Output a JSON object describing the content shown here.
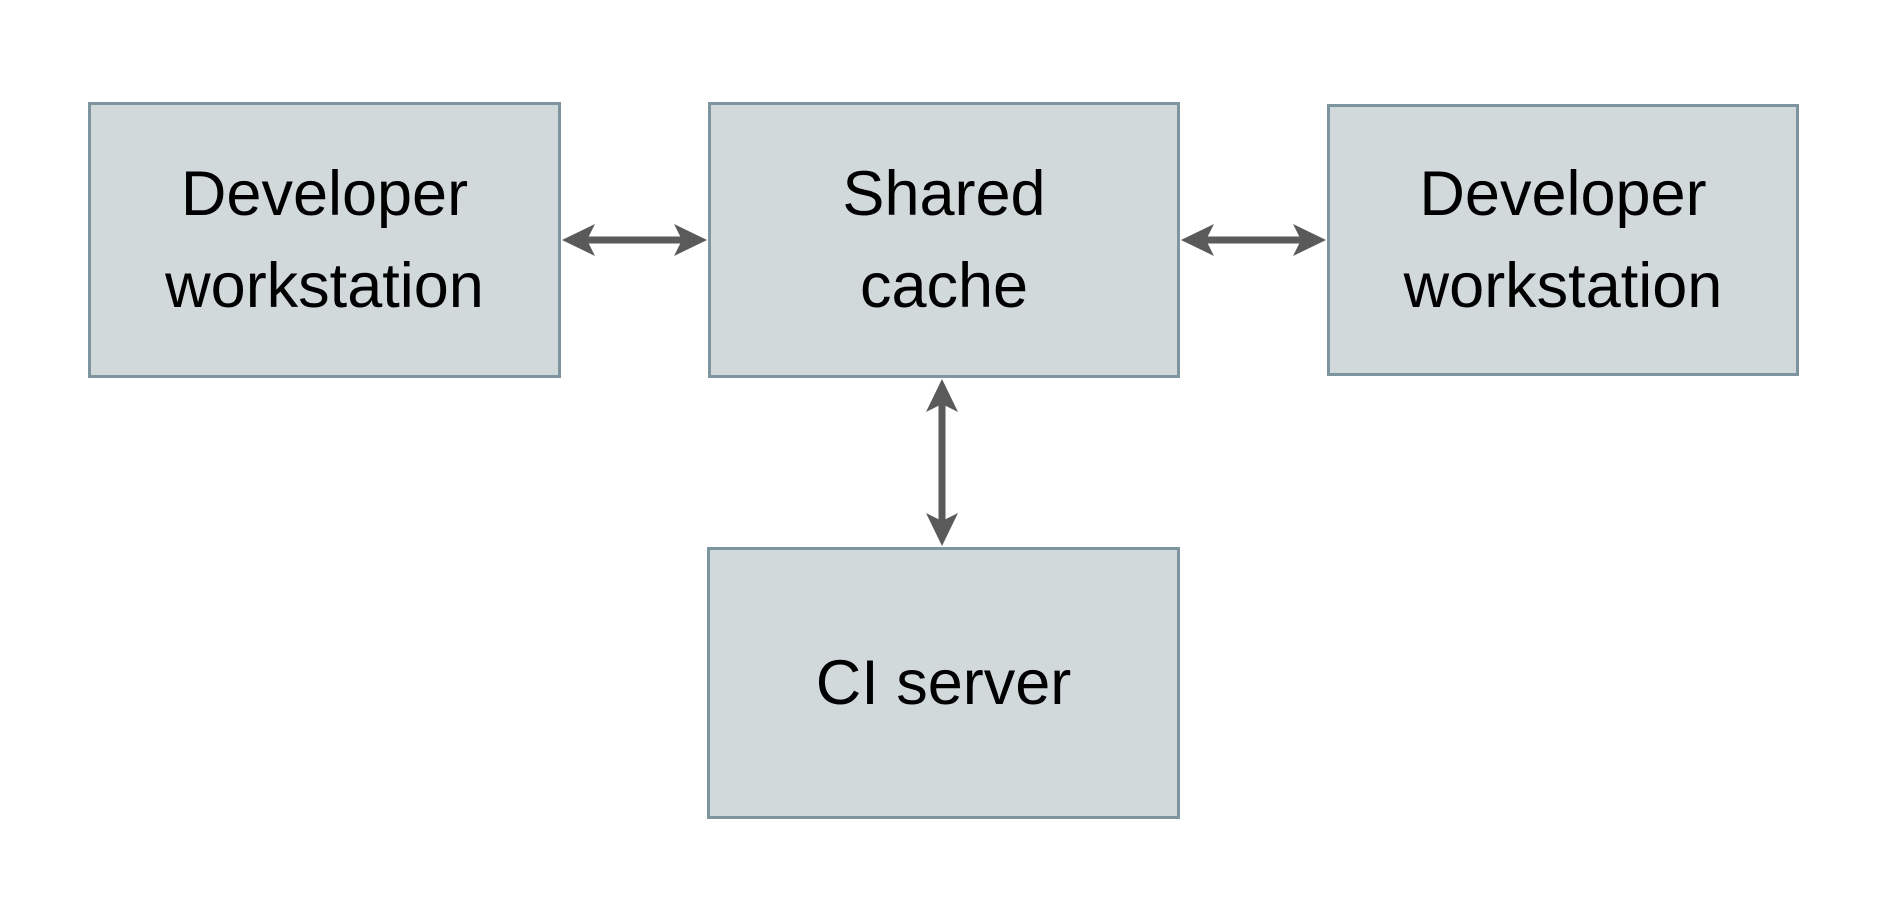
{
  "diagram": {
    "type": "architecture-diagram",
    "nodes": [
      {
        "id": "developer-workstation-left",
        "label": "Developer workstation",
        "lines": [
          "Developer",
          "workstation"
        ]
      },
      {
        "id": "shared-cache",
        "label": "Shared cache",
        "lines": [
          "Shared",
          "cache"
        ]
      },
      {
        "id": "developer-workstation-right",
        "label": "Developer workstation",
        "lines": [
          "Developer",
          "workstation"
        ]
      },
      {
        "id": "ci-server",
        "label": "CI server",
        "lines": [
          "CI server"
        ]
      }
    ],
    "edges": [
      {
        "from": "developer-workstation-left",
        "to": "shared-cache",
        "direction": "bidirectional",
        "orientation": "horizontal"
      },
      {
        "from": "shared-cache",
        "to": "developer-workstation-right",
        "direction": "bidirectional",
        "orientation": "horizontal"
      },
      {
        "from": "shared-cache",
        "to": "ci-server",
        "direction": "bidirectional",
        "orientation": "vertical"
      }
    ],
    "colors": {
      "node_fill": "#d2d9db",
      "node_border": "#7e959f",
      "arrow": "#5a5a5a",
      "text": "#000000",
      "background": "#ffffff"
    }
  }
}
